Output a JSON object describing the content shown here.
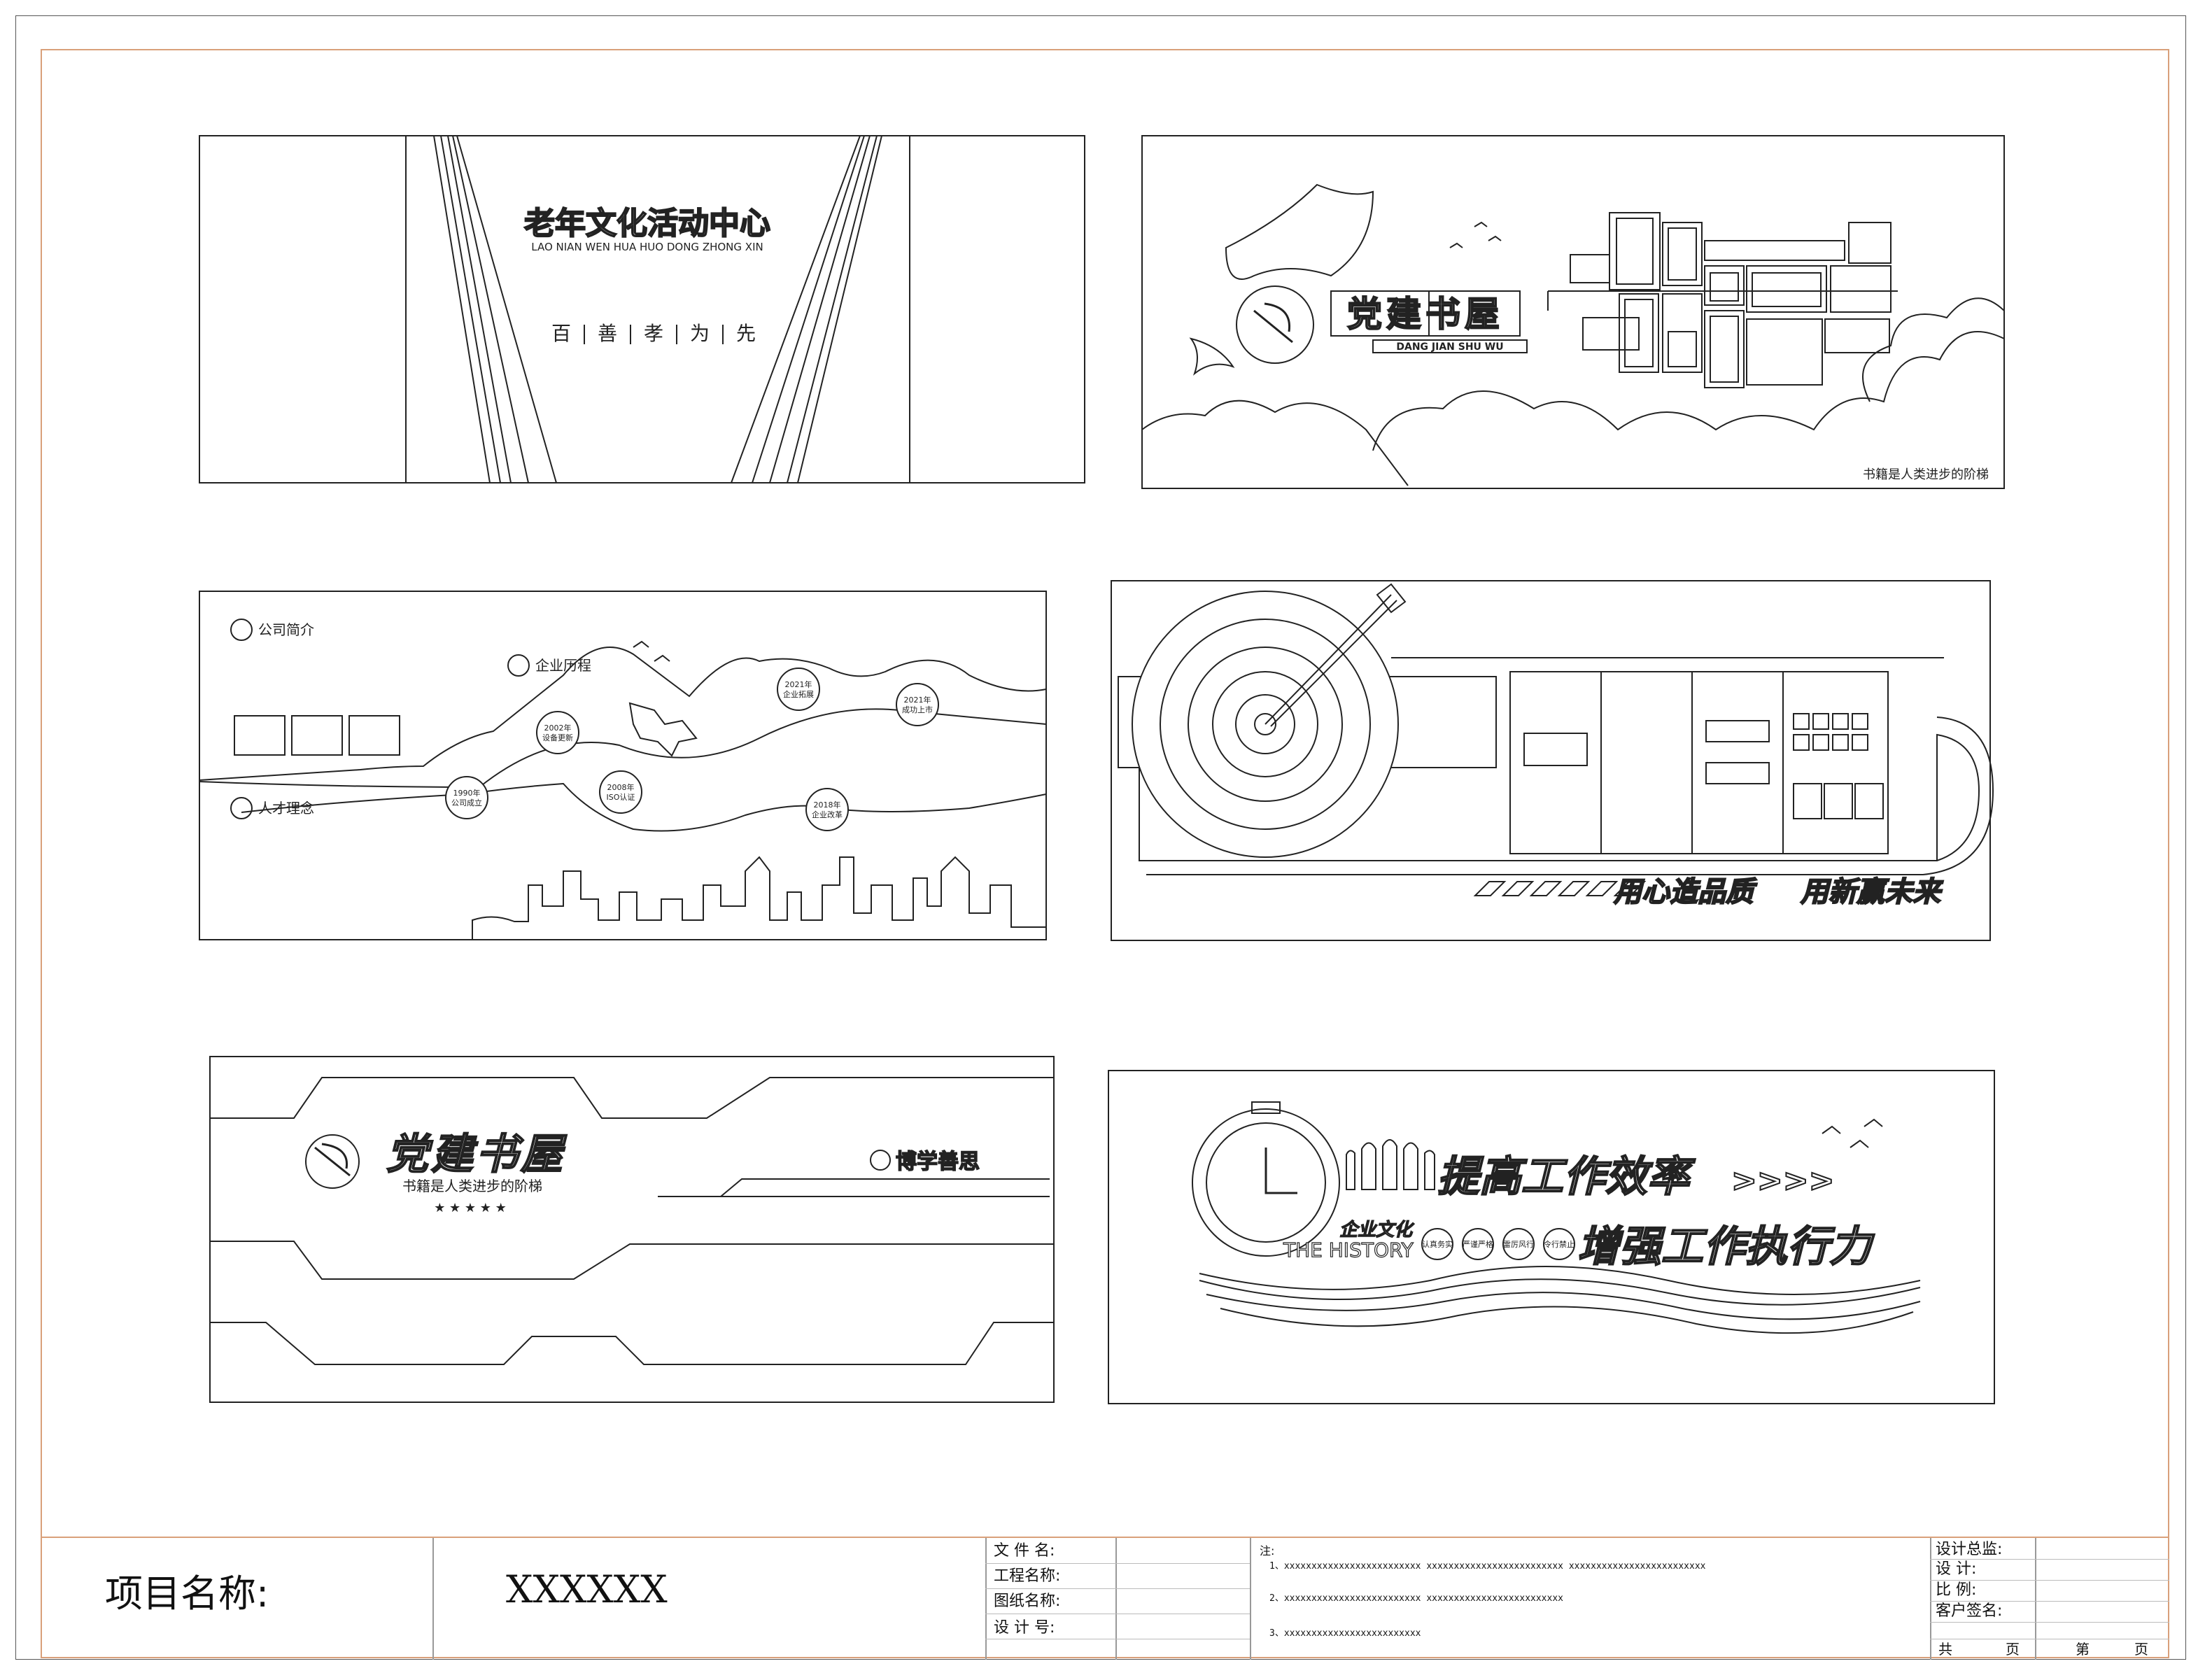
{
  "panels": {
    "p1": {
      "title": "老年文化活动中心",
      "pinyin": "LAO NIAN WEN HUA HUO DONG ZHONG XIN",
      "motto": [
        "百",
        "善",
        "孝",
        "为",
        "先"
      ]
    },
    "p2": {
      "title": "党建书屋",
      "pinyin": "DANG JIAN SHU WU",
      "footer": "书籍是人类进步的阶梯"
    },
    "p3": {
      "intro": "公司简介",
      "history": "企业历程",
      "talent": "人才理念",
      "milestones": [
        {
          "year": "1990年",
          "text": "公司成立"
        },
        {
          "year": "2002年",
          "text": "设备更新"
        },
        {
          "year": "2008年",
          "text": "ISO认证"
        },
        {
          "year": "2021年",
          "text": "企业拓展"
        },
        {
          "year": "2018年",
          "text": "企业改革"
        },
        {
          "year": "2021年",
          "text": "成功上市"
        }
      ]
    },
    "p4": {
      "slogan1": "用心造品质",
      "slogan2": "用新赢未来"
    },
    "p5": {
      "title": "党建书屋",
      "subtitle": "书籍是人类进步的阶梯",
      "stars": "★ ★ ★ ★ ★",
      "corner": "博学善思"
    },
    "p6": {
      "line1": "提高工作效率",
      "line2": "增强工作执行力",
      "culture": "企业文化",
      "history": "THE HISTORY",
      "badges": [
        "认真务实",
        "严谨严格",
        "雷厉风行",
        "令行禁止"
      ],
      "arrows": ">>>>"
    }
  },
  "titleblock": {
    "project_label": "项目名称:",
    "project_value": "XXXXXX",
    "file_name": "文 件 名:",
    "project_name": "工程名称:",
    "drawing_name": "图纸名称:",
    "design_no": "设 计 号:",
    "notes_label": "注:",
    "note1": "1、xxxxxxxxxxxxxxxxxxxxxxxxx    xxxxxxxxxxxxxxxxxxxxxxxxx    xxxxxxxxxxxxxxxxxxxxxxxxx",
    "note2": "2、xxxxxxxxxxxxxxxxxxxxxxxxx    xxxxxxxxxxxxxxxxxxxxxxxxx",
    "note3": "3、xxxxxxxxxxxxxxxxxxxxxxxxx",
    "design_director": "设计总监:",
    "design": "设    计:",
    "scale": "比    例:",
    "client_sign": "客户签名:",
    "total": "共",
    "page": "页",
    "sheet": "第",
    "page2": "页"
  }
}
